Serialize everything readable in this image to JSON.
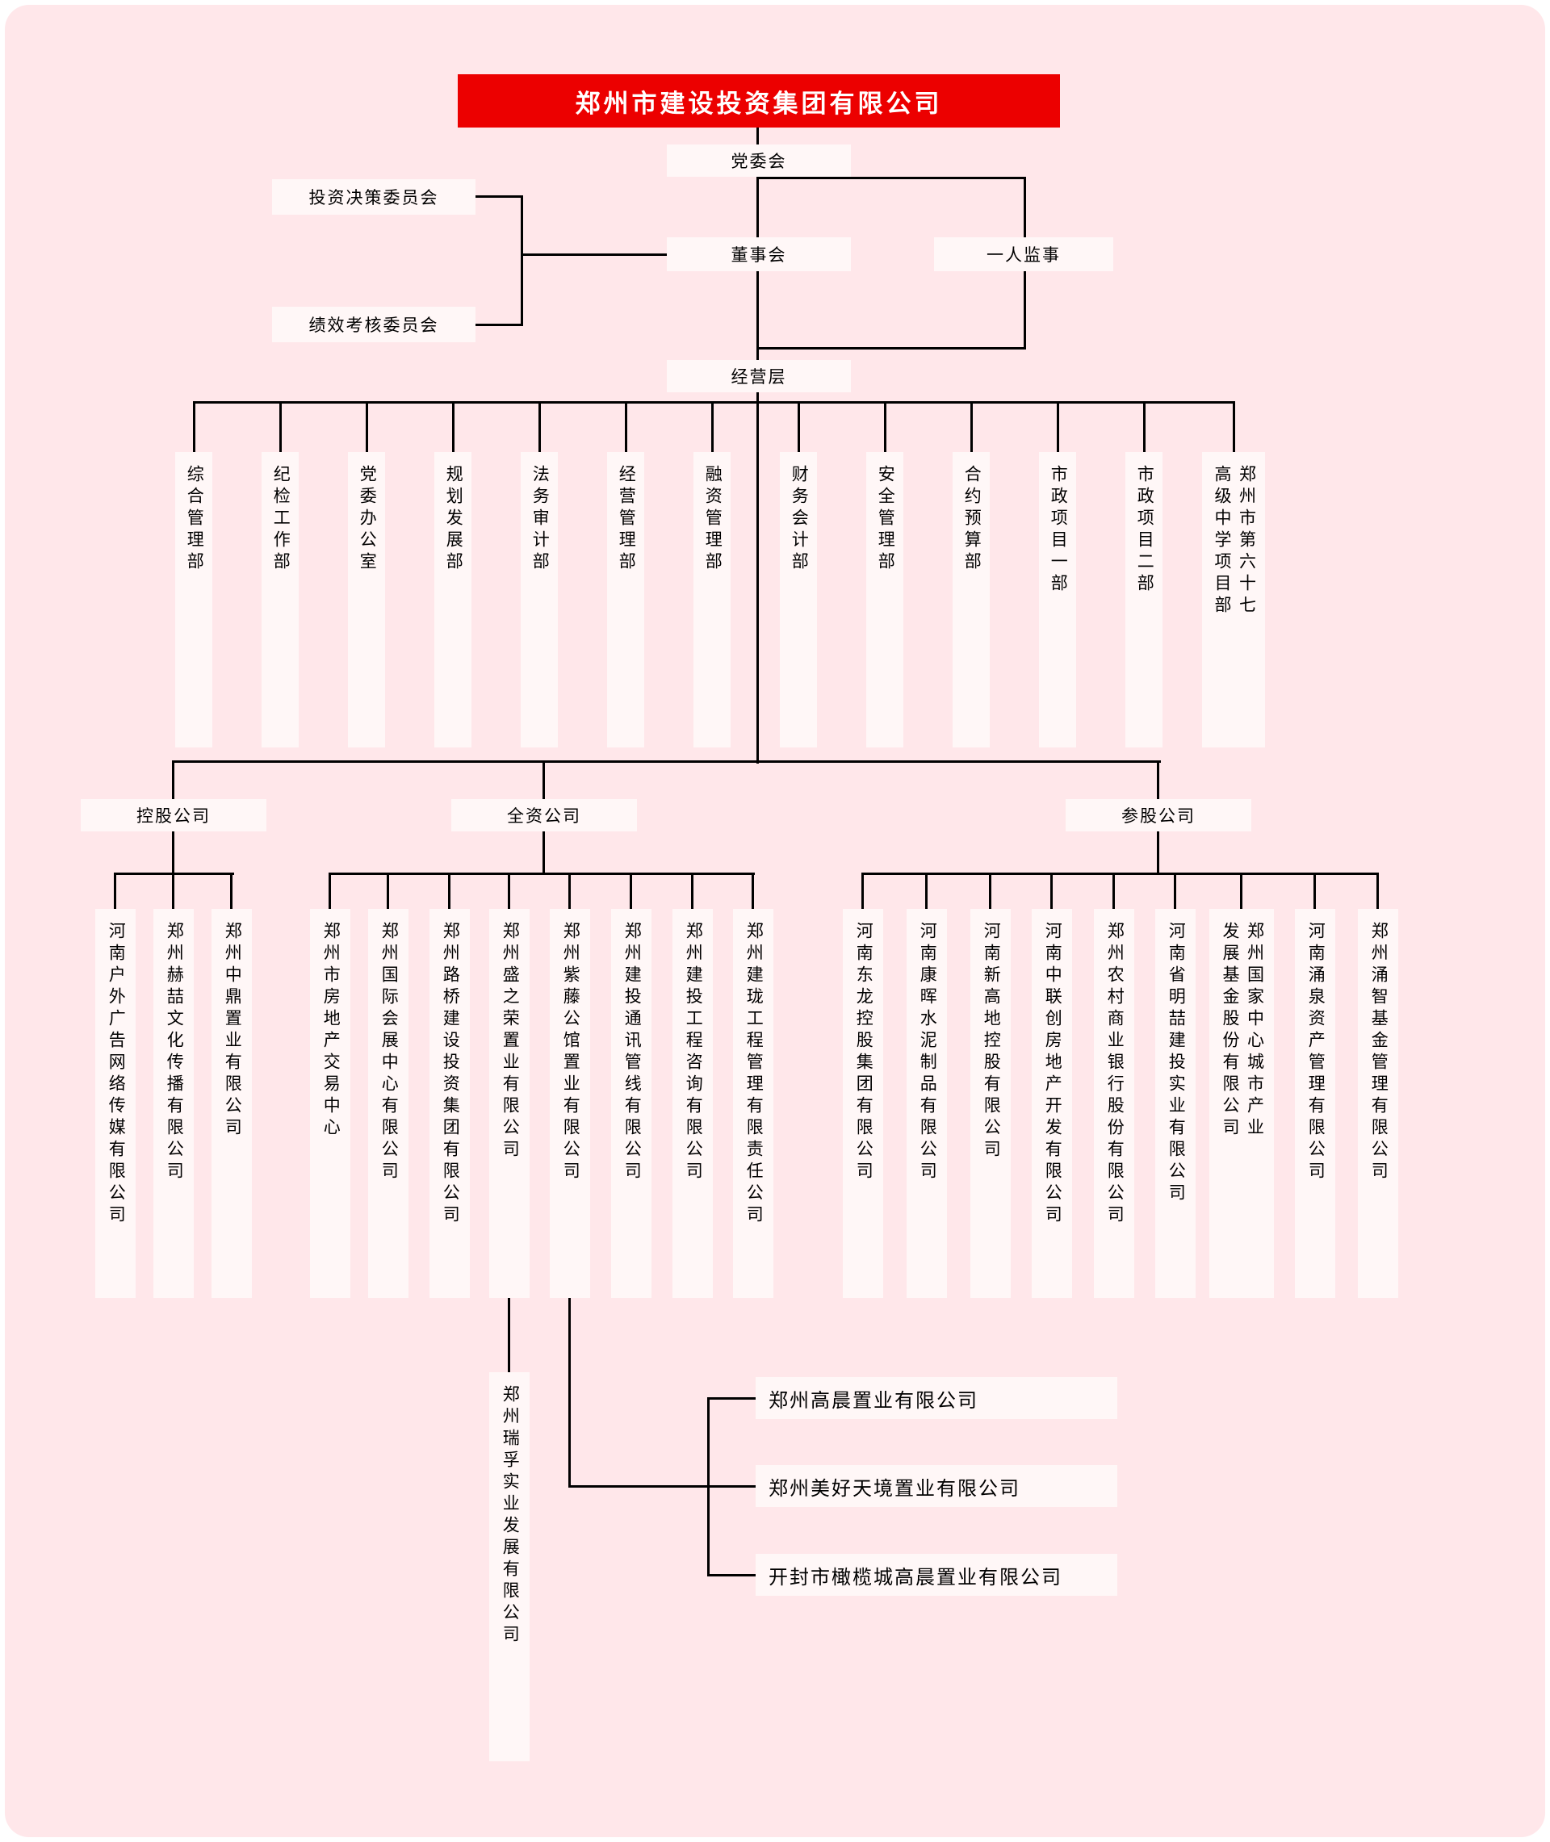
{
  "theme": {
    "background": "#FFE7EA",
    "box_bg": "#FFF7F7",
    "banner_bg": "#EC0000",
    "banner_text": "#FFFFFF",
    "line_color": "#000000"
  },
  "root": {
    "title": "郑州市建设投资集团有限公司"
  },
  "governance": {
    "party_committee": "党委会",
    "board": "董事会",
    "sole_supervisor": "一人监事",
    "investment_decision_committee": "投资决策委员会",
    "performance_appraisal_committee": "绩效考核委员会",
    "management_layer": "经营层"
  },
  "departments": [
    "综合管理部",
    "纪检工作部",
    "党委办公室",
    "规划发展部",
    "法务审计部",
    "经营管理部",
    "融资管理部",
    "财务会计部",
    "安全管理部",
    "合约预算部",
    "市政项目一部",
    "市政项目二部",
    "郑州市第六十七\n高级中学项目部"
  ],
  "holding_group": {
    "label": "控股公司",
    "companies": [
      "河南户外广告网络传媒有限公司",
      "郑州赫喆文化传播有限公司",
      "郑州中鼎置业有限公司"
    ]
  },
  "wholly_owned_group": {
    "label": "全资公司",
    "companies": [
      "郑州市房地产交易中心",
      "郑州国际会展中心有限公司",
      "郑州路桥建设投资集团有限公司",
      "郑州盛之荣置业有限公司",
      "郑州紫藤公馆置业有限公司",
      "郑州建投通讯管线有限公司",
      "郑州建投工程咨询有限公司",
      "郑州建珑工程管理有限责任公司"
    ]
  },
  "participating_group": {
    "label": "参股公司",
    "companies": [
      "河南东龙控股集团有限公司",
      "河南康晖水泥制品有限公司",
      "河南新高地控股有限公司",
      "河南中联创房地产开发有限公司",
      "郑州农村商业银行股份有限公司",
      "河南省明喆建投实业有限公司",
      "郑州国家中心城市产业\n发展基金股份有限公司",
      "河南涌泉资产管理有限公司",
      "郑州涌智基金管理有限公司"
    ]
  },
  "sub_subsidiaries": {
    "shengzhirong_child": "郑州瑞孚实业发展有限公司",
    "ziteng_children": [
      "郑州高晨置业有限公司",
      "郑州美好天境置业有限公司",
      "开封市橄榄城高晨置业有限公司"
    ]
  }
}
